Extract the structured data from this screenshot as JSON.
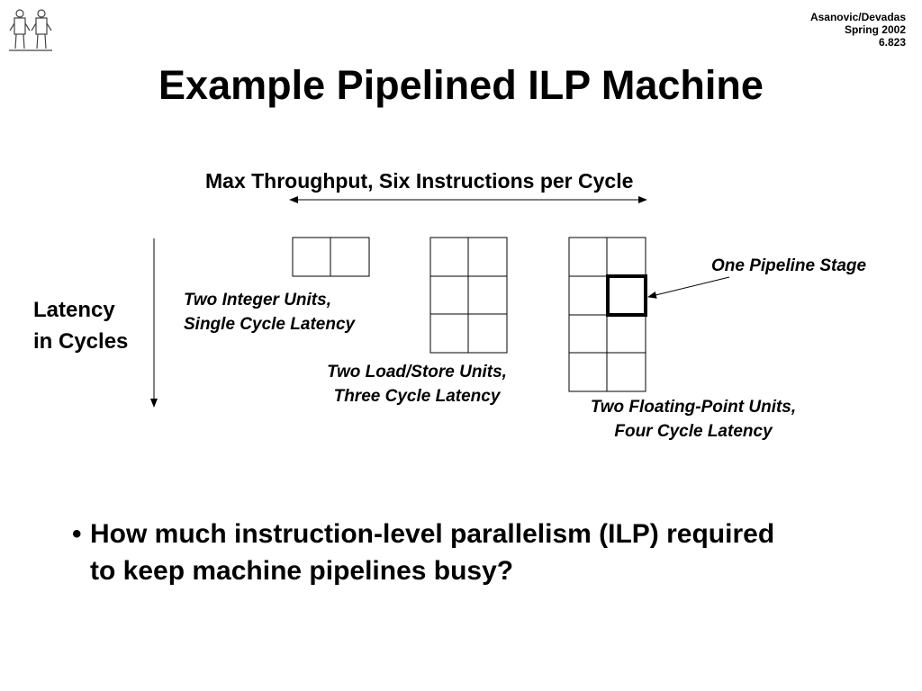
{
  "header": {
    "authors": "Asanovic/Devadas",
    "term": "Spring 2002",
    "course": "6.823"
  },
  "title": "Example Pipelined ILP Machine",
  "diagram": {
    "throughput_label": "Max Throughput, Six Instructions per Cycle",
    "latency_label_lines": [
      "Latency",
      "in Cycles"
    ],
    "integer_units_lines": [
      "Two Integer Units,",
      "Single Cycle Latency"
    ],
    "load_store_units_lines": [
      "Two Load/Store Units,",
      "Three Cycle Latency"
    ],
    "fp_units_lines": [
      "Two Floating-Point Units,",
      "Four Cycle Latency"
    ],
    "pipeline_stage_label": "One Pipeline Stage"
  },
  "question": {
    "bullet": "•",
    "lines": [
      "How much instruction-level parallelism (ILP) required",
      "to keep machine pipelines busy?"
    ]
  }
}
